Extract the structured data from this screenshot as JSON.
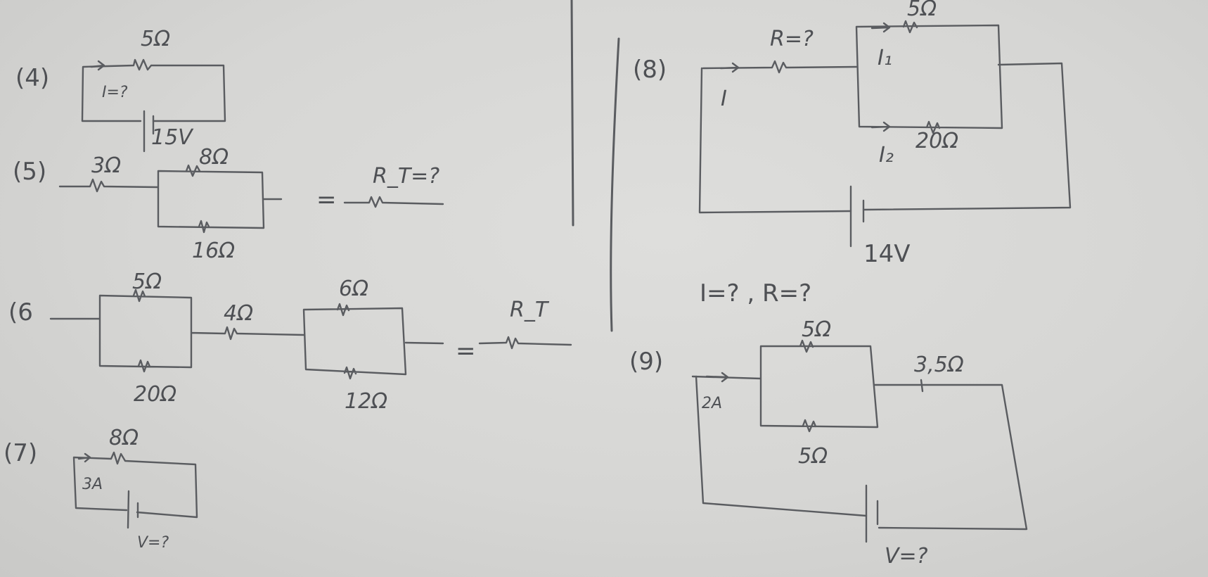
{
  "problems": [
    {
      "id": "4",
      "number": "(4)",
      "resistor": "5Ω",
      "current": "I=?",
      "voltage": "15V"
    },
    {
      "id": "5",
      "number": "(5)",
      "r_series": "3Ω",
      "r_top": "8Ω",
      "r_bottom": "16Ω",
      "result": "R_T=?"
    },
    {
      "id": "6",
      "number": "(6",
      "r_p1_top": "5Ω",
      "r_p1_bottom": "20Ω",
      "r_series": "4Ω",
      "r_p2_top": "6Ω",
      "r_p2_bottom": "12Ω",
      "result": "R_T"
    },
    {
      "id": "7",
      "number": "(7)",
      "resistor": "8Ω",
      "current": "3A",
      "voltage": "V=?"
    },
    {
      "id": "8",
      "number": "(8)",
      "r_unknown": "R=?",
      "current_total": "I",
      "r_top": "5Ω",
      "current_top": "I₁",
      "r_bottom": "20Ω",
      "current_bottom": "I₂",
      "voltage": "14V",
      "question": "I=?  , R=?"
    },
    {
      "id": "9",
      "number": "(9)",
      "r_top": "5Ω",
      "r_bottom": "5Ω",
      "r_series": "3,5Ω",
      "current": "2A",
      "voltage": "V=?"
    }
  ],
  "misc": {
    "equals": "="
  }
}
